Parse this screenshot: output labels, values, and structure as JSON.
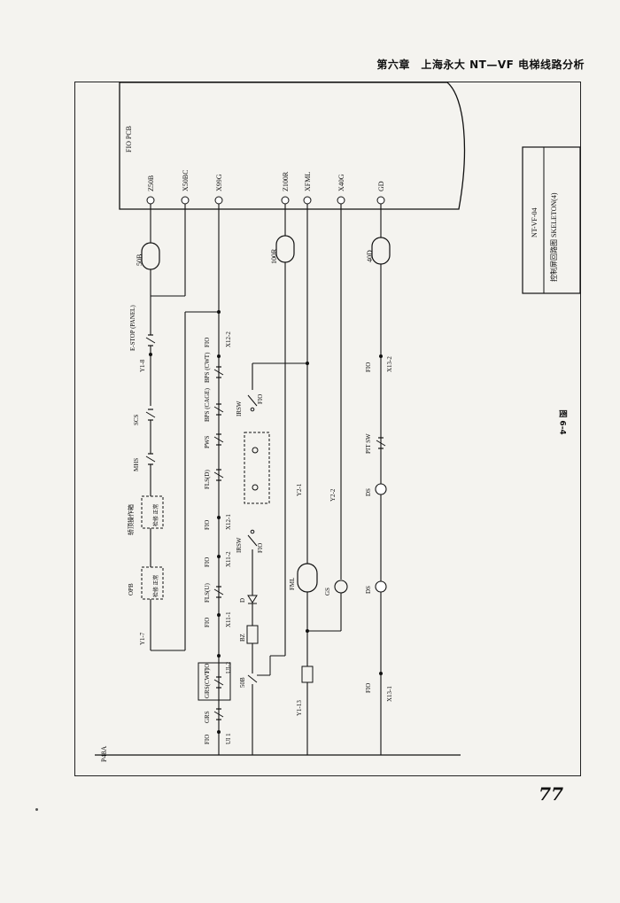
{
  "header": {
    "title": "第六章　上海永大 NT—VF 电梯线路分析"
  },
  "page": {
    "number": "77",
    "figure_caption": "图 6-4"
  },
  "title_block": {
    "code": "NT-VF-04",
    "name": "控制屏回路图 SKELETON(4)"
  },
  "board": {
    "label": "FIO  PCB"
  },
  "terminals": [
    "Z50B",
    "X50BC",
    "X99G",
    "Z100R",
    "XFML",
    "X40G",
    "GD"
  ],
  "coils": [
    "50B",
    "100R",
    "40D"
  ],
  "power": {
    "label": "P48A"
  },
  "switches": {
    "estop": "E-STOP\n(PANEL)",
    "y18": "Y1-8",
    "scs": "SCS",
    "mhs": "MHS",
    "top_op": "轿顶操作箱",
    "top_op_labels": "检修 正常",
    "opb": "OPB",
    "opb_labels": "检修 正常",
    "y17": "Y1-7"
  },
  "row_labels": {
    "fio_x122": "FIO",
    "x122": "X12-2",
    "bps_cwt": "BPS\n(CWT)",
    "bps_cage": "BPS\n(CAGE)",
    "pws": "PWS",
    "flsd": "FLS(D)",
    "fio_x121": "FIO",
    "x121": "X12-1",
    "fio_x112": "FIO",
    "x112": "X11-2",
    "flsu": "FLS(U)",
    "fio_x111": "FIO",
    "x111": "X11-1",
    "fio_ui2": "FIO",
    "ui2": "UI-2",
    "grs_cwt": "GRS(CWT)",
    "grs": "GRS",
    "fio_ui1": "FIO",
    "ui1": "UI 1"
  },
  "branch_labels": {
    "fio_sw1": "FIO",
    "irsw1": "IRSW",
    "fio_sw2": "FIO",
    "irsw2": "IRSW",
    "d": "D",
    "bz": "BZ",
    "c50b": "50B",
    "y113": "Y1-13",
    "y21": "Y2-1",
    "y22": "Y2-2",
    "fml": "FML",
    "gs": "GS",
    "fio_x132": "FIO",
    "x132": "X13-2",
    "pit_sw": "PIT SW",
    "ds1": "DS",
    "ds2": "DS",
    "fio_x131": "FIO",
    "x131": "X13-1"
  }
}
